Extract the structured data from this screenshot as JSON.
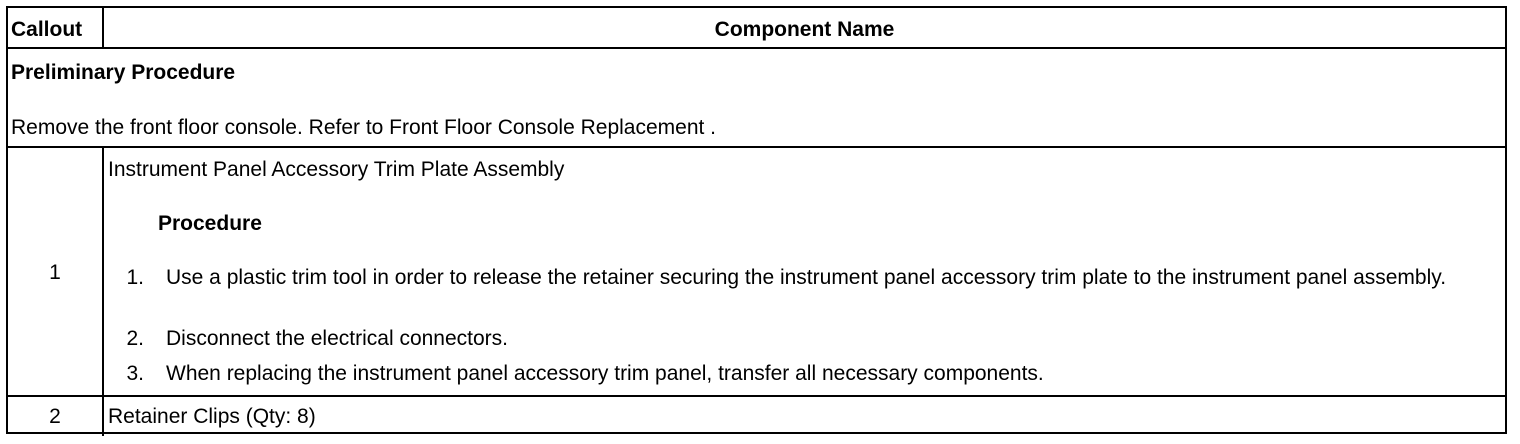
{
  "table": {
    "header": {
      "callout": "Callout",
      "component": "Component Name"
    },
    "preliminary": {
      "title": "Preliminary Procedure",
      "text": "Remove the front floor console. Refer to Front Floor Console Replacement ."
    },
    "rows": [
      {
        "callout": "1",
        "name": "Instrument Panel Accessory Trim Plate Assembly",
        "procedure_label": "Procedure",
        "steps": [
          {
            "num": "1.",
            "text": "Use a plastic trim tool in order to release the retainer securing the instrument panel accessory trim plate to the instrument panel assembly."
          },
          {
            "num": "2.",
            "text": "Disconnect the electrical connectors."
          },
          {
            "num": "3.",
            "text": "When replacing the instrument panel accessory trim panel, transfer all necessary components."
          }
        ]
      },
      {
        "callout": "2",
        "name": "Retainer Clips (Qty: 8)"
      }
    ]
  }
}
